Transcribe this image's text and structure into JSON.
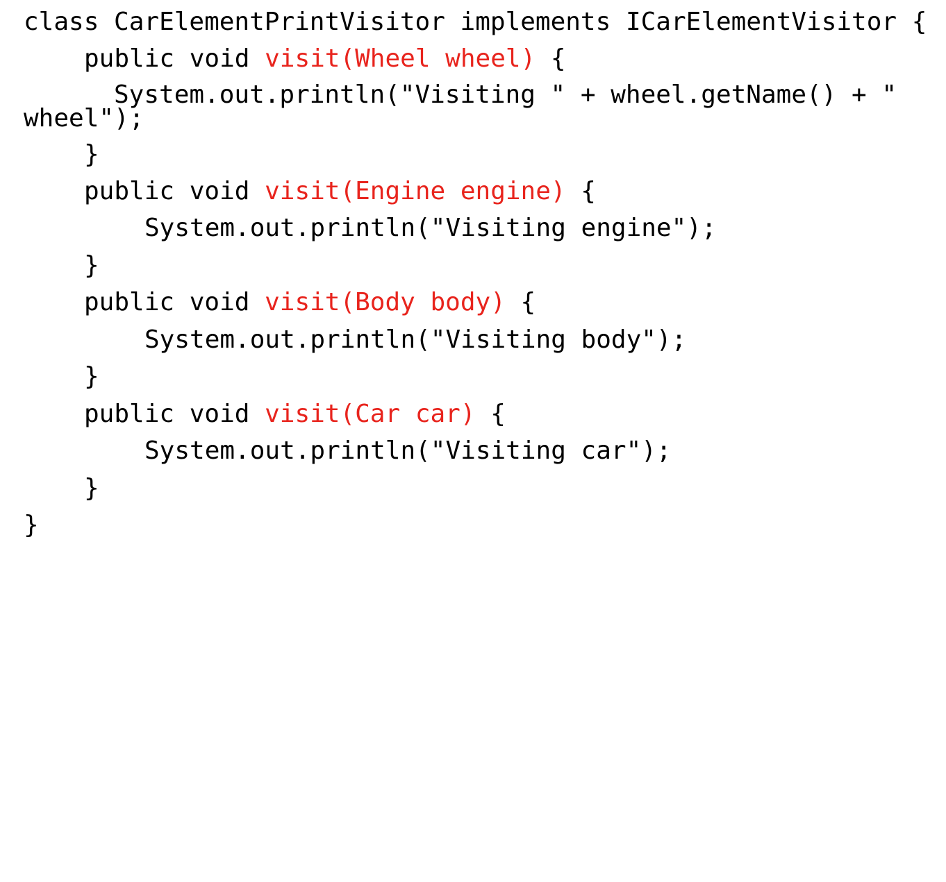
{
  "colors": {
    "text": "#000000",
    "highlight": "#e8241d",
    "background": "#ffffff"
  },
  "code": {
    "class_decl": "class CarElementPrintVisitor implements ICarElementVisitor {",
    "m1_prefix": "public void ",
    "m1_sig": "visit(Wheel wheel)",
    "m1_open": " {",
    "m1_body_a": "System.out.println(\"Visiting \" + wheel.getName() + \"",
    "m1_body_b": "wheel\");",
    "m1_close": "}",
    "m2_prefix": "public void ",
    "m2_sig": "visit(Engine engine)",
    "m2_open": " {",
    "m2_body": "System.out.println(\"Visiting engine\");",
    "m2_close": "}",
    "m3_prefix": "public void ",
    "m3_sig": "visit(Body body)",
    "m3_open": " {",
    "m3_body": "System.out.println(\"Visiting body\");",
    "m3_close": "}",
    "m4_prefix": "public void ",
    "m4_sig": "visit(Car car)",
    "m4_open": " {",
    "m4_body": "System.out.println(\"Visiting car\");",
    "m4_close": "}",
    "class_close": "}"
  }
}
